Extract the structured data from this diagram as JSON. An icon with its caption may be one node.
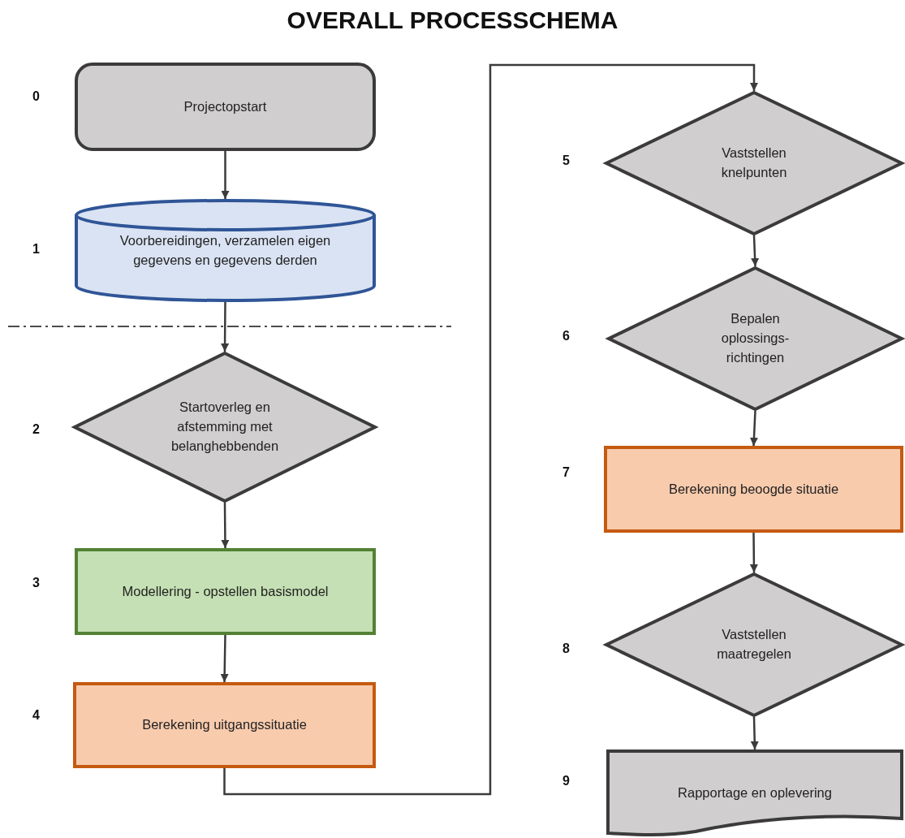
{
  "diagram": {
    "title": "OVERALL PROCESSCHEMA",
    "nodes": [
      {
        "text": [
          "Projectopstart"
        ],
        "beside": [
          "0"
        ]
      },
      {
        "text": [
          "Voorbereidingen, verzamelen eigen gegevens en gegevens derden"
        ],
        "beside": [
          "1"
        ]
      },
      {
        "text": [
          "Startoverleg en afstemming met belanghebbenden"
        ],
        "beside": [
          "2"
        ]
      },
      {
        "text": [
          "Modellering - opstellen basismodel"
        ],
        "beside": [
          "3"
        ]
      },
      {
        "text": [
          "Berekening uitgangssituatie"
        ],
        "beside": [
          "4"
        ]
      },
      {
        "text": [
          "Vaststellen knelpunten"
        ],
        "beside": [
          "5"
        ]
      },
      {
        "text": [
          "Bepalen oplossings- richtingen"
        ],
        "beside": [
          "6"
        ]
      },
      {
        "text": [
          "Berekening beoogde situatie"
        ],
        "beside": [
          "7"
        ]
      },
      {
        "text": [
          "Vaststellen maatregelen"
        ],
        "beside": [
          "8"
        ]
      },
      {
        "text": [
          "Rapportage en oplevering"
        ],
        "beside": [
          "9"
        ]
      }
    ],
    "edges": [
      {
        "from": 0,
        "to": 1,
        "arrow": "to"
      },
      {
        "from": 1,
        "to": 2,
        "arrow": "to"
      },
      {
        "from": 2,
        "to": 3,
        "arrow": "to"
      },
      {
        "from": 3,
        "to": 4,
        "arrow": "to"
      },
      {
        "from": 4,
        "to": 5,
        "arrow": "to"
      },
      {
        "from": 5,
        "to": 6,
        "arrow": "to"
      },
      {
        "from": 6,
        "to": 7,
        "arrow": "to"
      },
      {
        "from": 7,
        "to": 8,
        "arrow": "to"
      },
      {
        "from": 8,
        "to": 9,
        "arrow": "to"
      }
    ]
  }
}
